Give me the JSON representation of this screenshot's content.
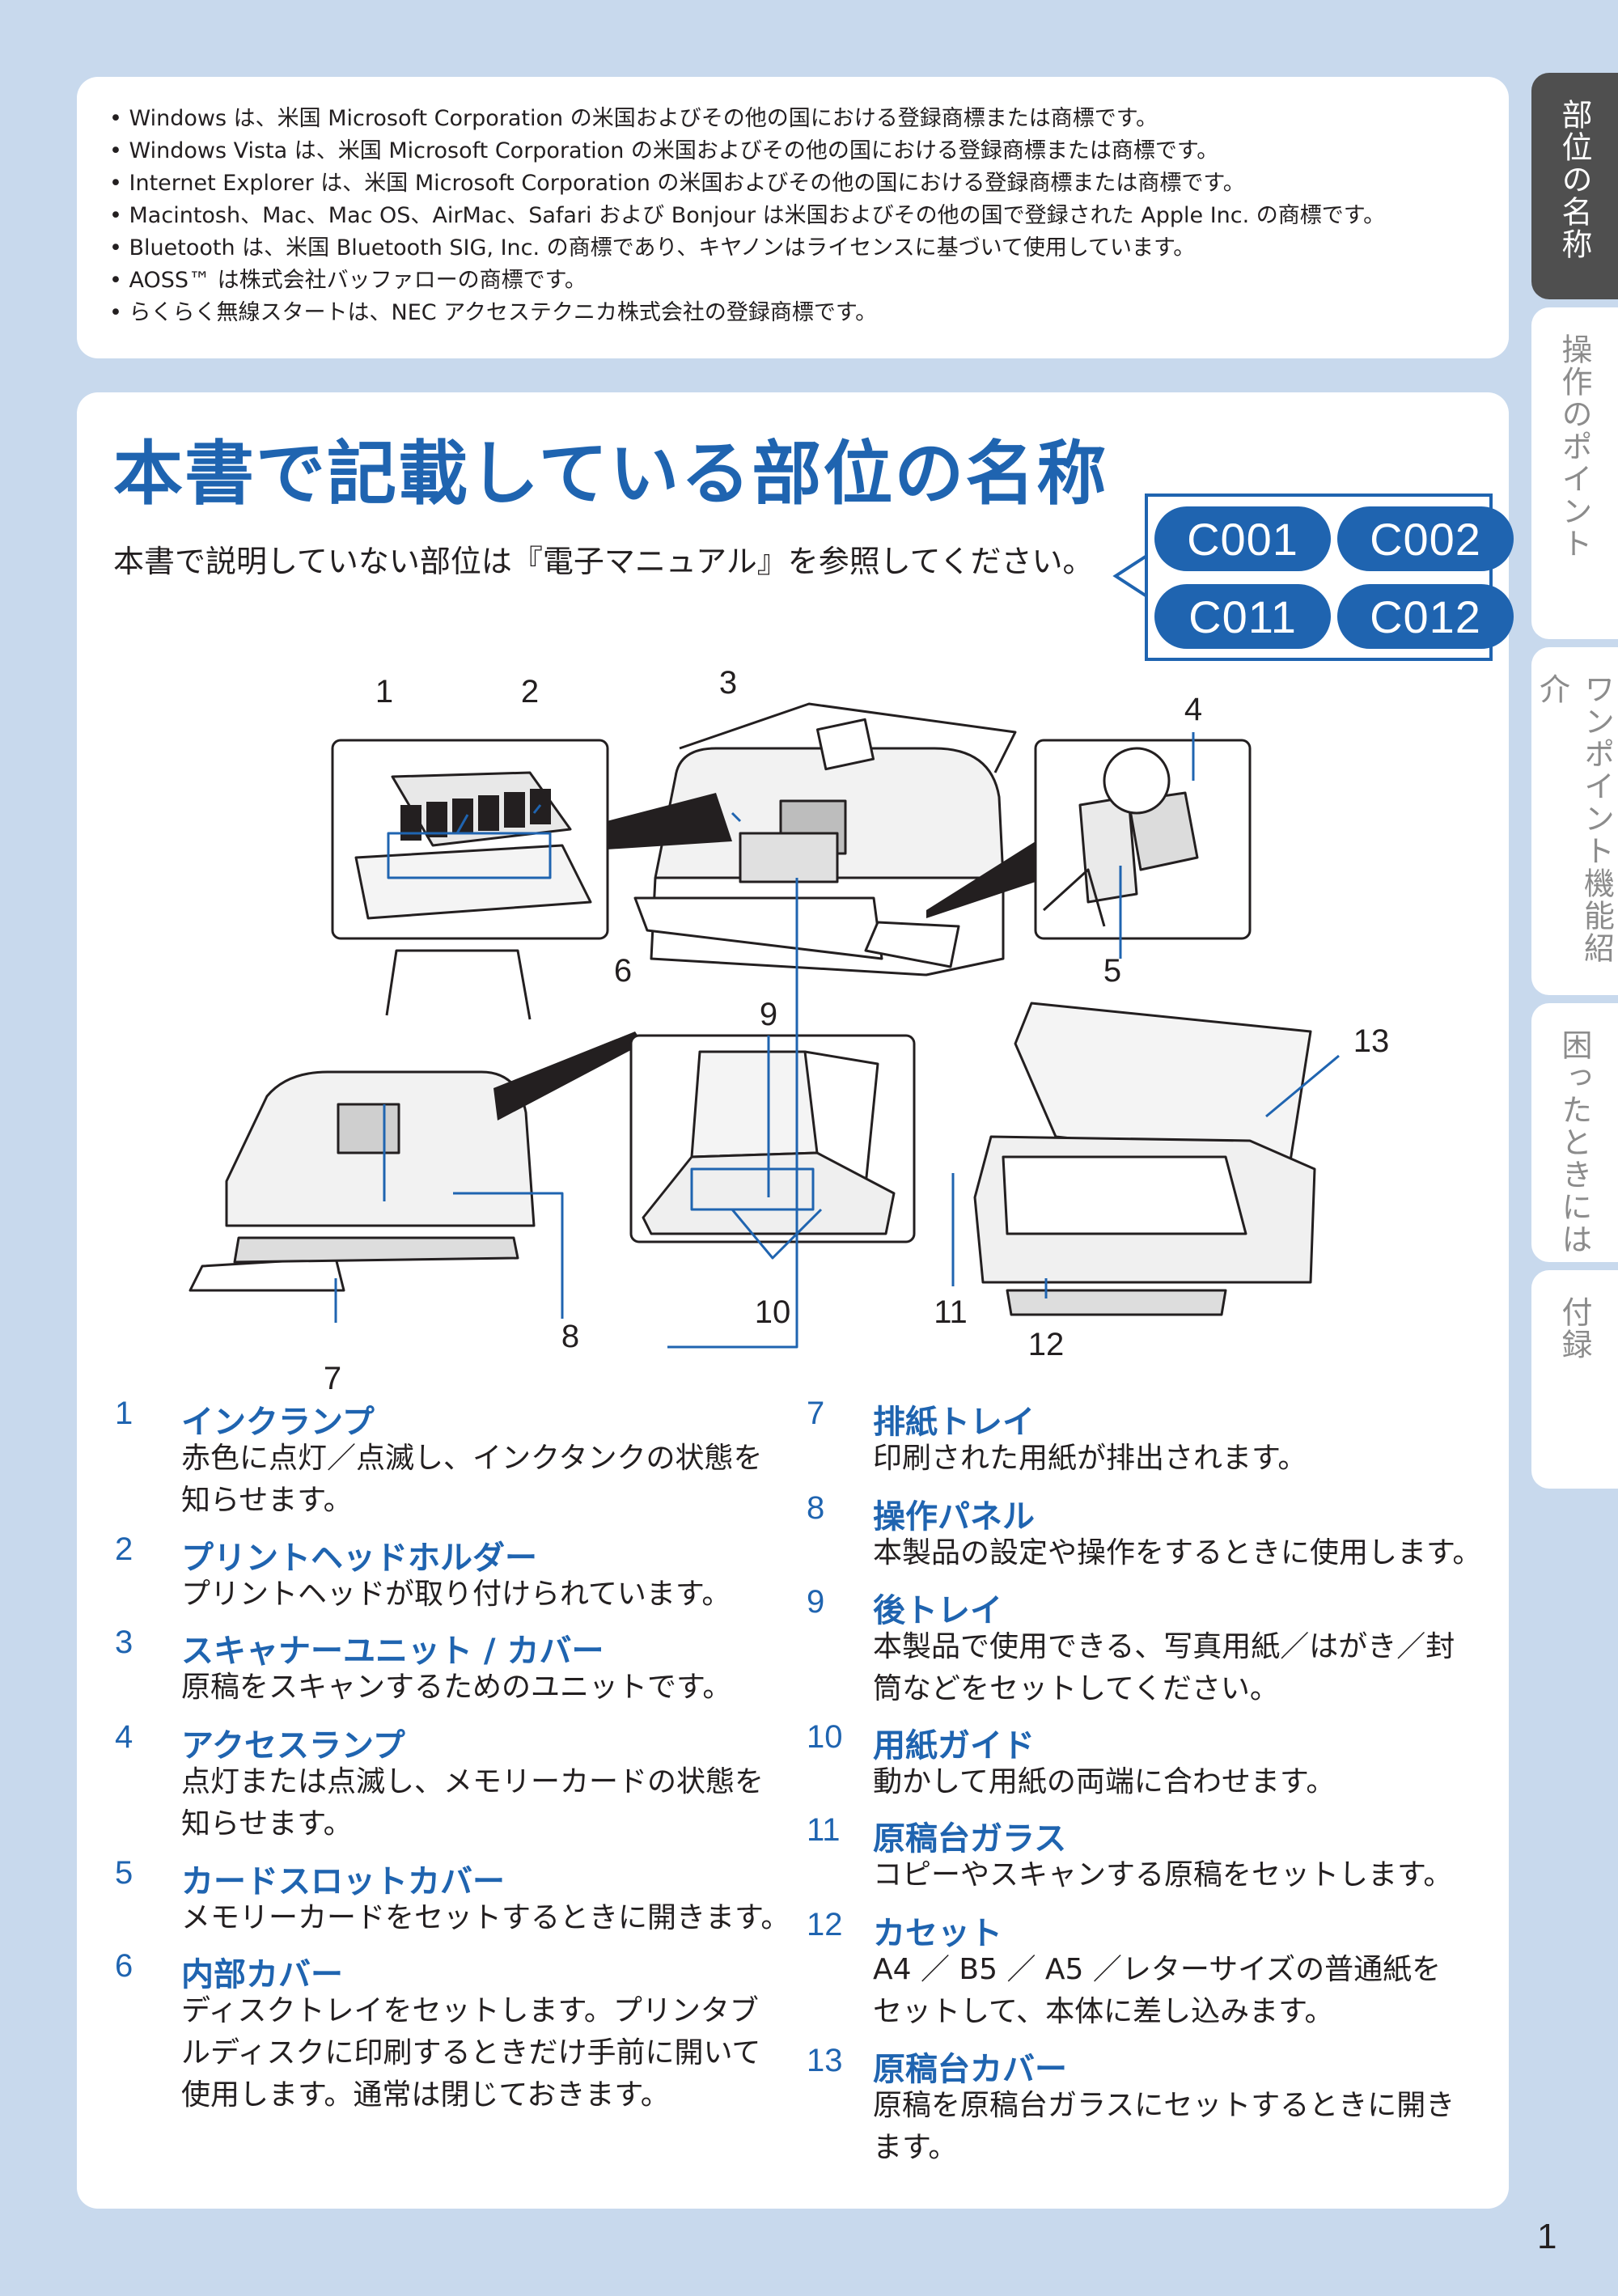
{
  "trademarks": [
    "Windows は、米国 Microsoft Corporation の米国およびその他の国における登録商標または商標です。",
    "Windows Vista は、米国 Microsoft Corporation の米国およびその他の国における登録商標または商標です。",
    "Internet Explorer は、米国 Microsoft Corporation の米国およびその他の国における登録商標または商標です。",
    "Macintosh、Mac、Mac OS、AirMac、Safari および Bonjour は米国およびその他の国で登録された Apple Inc. の商標です。",
    "Bluetooth は、米国 Bluetooth SIG, Inc. の商標であり、キヤノンはライセンスに基づいて使用しています。",
    "AOSS™ は株式会社バッファローの商標です。",
    "らくらく無線スタートは、NEC アクセステクニカ株式会社の登録商標です。"
  ],
  "title": "本書で記載している部位の名称",
  "intro": "本書で説明していない部位は『電子マニュアル』を参照してください。",
  "model_codes": [
    "C001",
    "C002",
    "C011",
    "C012"
  ],
  "figure_labels": [
    "1",
    "2",
    "3",
    "4",
    "5",
    "6",
    "7",
    "8",
    "9",
    "10",
    "11",
    "12",
    "13"
  ],
  "parts": [
    {
      "num": "1",
      "name": "インクランプ",
      "desc": [
        "赤色に点灯／点滅し、インクタンクの状態を",
        "知らせます。"
      ]
    },
    {
      "num": "2",
      "name": "プリントヘッドホルダー",
      "desc": [
        "プリントヘッドが取り付けられています。"
      ]
    },
    {
      "num": "3",
      "name": "スキャナーユニット / カバー",
      "desc": [
        "原稿をスキャンするためのユニットです。"
      ]
    },
    {
      "num": "4",
      "name": "アクセスランプ",
      "desc": [
        "点灯または点滅し、メモリーカードの状態を",
        "知らせます。"
      ]
    },
    {
      "num": "5",
      "name": "カードスロットカバー",
      "desc": [
        "メモリーカードをセットするときに開きます。"
      ]
    },
    {
      "num": "6",
      "name": "内部カバー",
      "desc": [
        "ディスクトレイをセットします。プリンタブ",
        "ルディスクに印刷するときだけ手前に開いて",
        "使用します。通常は閉じておきます。"
      ]
    },
    {
      "num": "7",
      "name": "排紙トレイ",
      "desc": [
        "印刷された用紙が排出されます。"
      ]
    },
    {
      "num": "8",
      "name": "操作パネル",
      "desc": [
        "本製品の設定や操作をするときに使用します。"
      ]
    },
    {
      "num": "9",
      "name": "後トレイ",
      "desc": [
        "本製品で使用できる、写真用紙／はがき／封",
        "筒などをセットしてください。"
      ]
    },
    {
      "num": "10",
      "name": "用紙ガイド",
      "desc": [
        "動かして用紙の両端に合わせます。"
      ]
    },
    {
      "num": "11",
      "name": "原稿台ガラス",
      "desc": [
        "コピーやスキャンする原稿をセットします。"
      ]
    },
    {
      "num": "12",
      "name": "カセット",
      "desc": [
        "A4 ／ B5 ／ A5 ／レターサイズの普通紙を",
        "セットして、本体に差し込みます。"
      ]
    },
    {
      "num": "13",
      "name": "原稿台カバー",
      "desc": [
        "原稿を原稿台ガラスにセットするときに開き",
        "ます。"
      ]
    }
  ],
  "side_tabs": [
    "部位の名称",
    "操作のポイント",
    "ワンポイント機能紹介",
    "困ったときには",
    "付録"
  ],
  "page_number": "1",
  "colors": {
    "accent": "#1f64b0",
    "background": "#c8d9ed",
    "active_tab": "#4f4f4f"
  }
}
